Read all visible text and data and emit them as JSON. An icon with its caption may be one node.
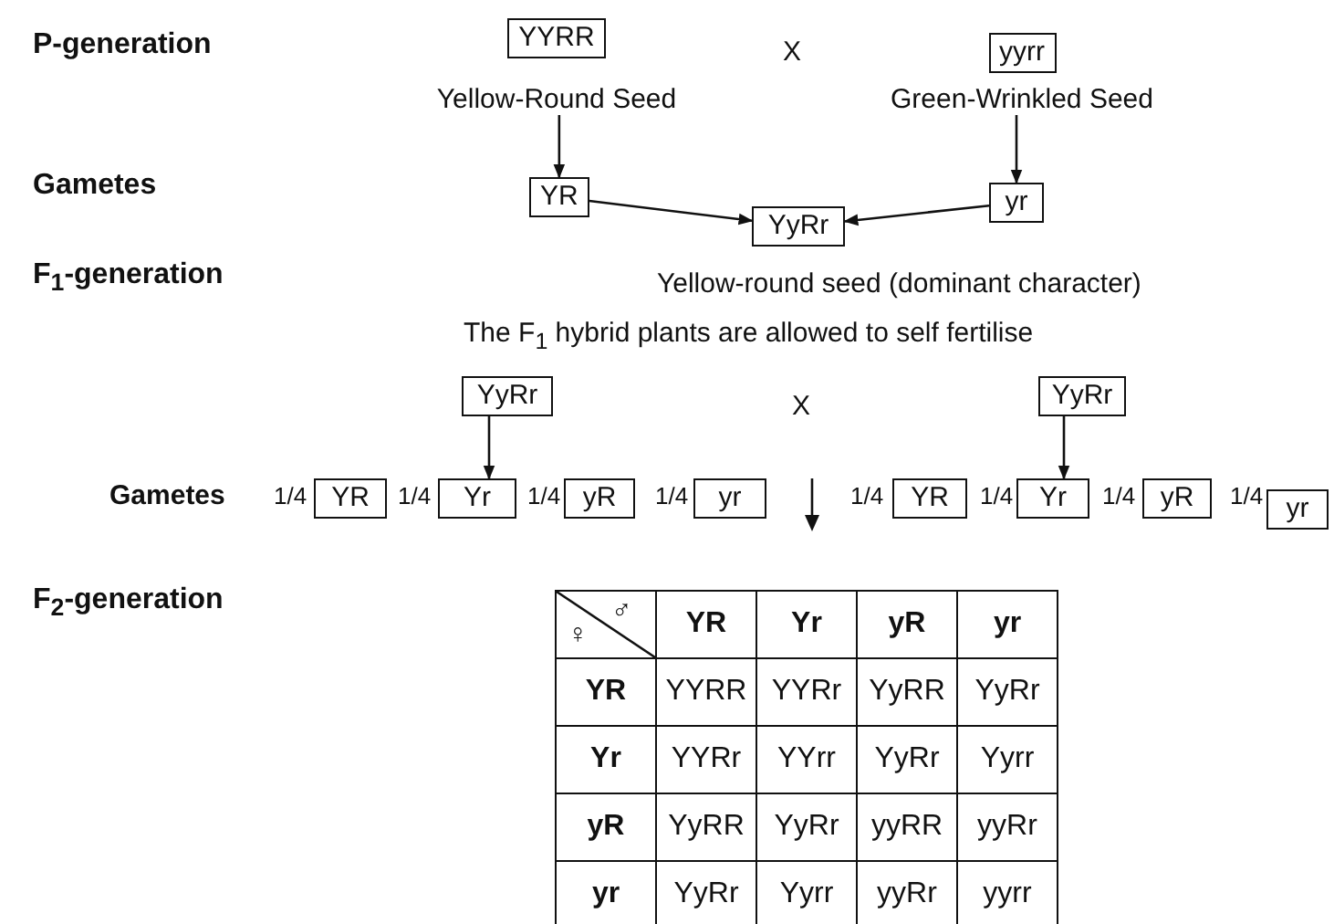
{
  "diagram": {
    "nodes": [
      {
        "text": [
          "YYRR"
        ],
        "beside": [
          "Yellow-Round Seed"
        ]
      },
      {
        "text": [
          "yyrr"
        ],
        "beside": [
          "Green-Wrinkled Seed"
        ]
      },
      {
        "text": [
          "YR"
        ]
      },
      {
        "text": [
          "yr"
        ]
      },
      {
        "text": [
          "YyRr"
        ],
        "beside": [
          "Yellow-round seed (dominant character)"
        ]
      },
      {
        "text": [
          "YyRr"
        ]
      },
      {
        "text": [
          "YyRr"
        ]
      },
      {
        "text": [
          "YR"
        ]
      },
      {
        "text": [
          "Yr"
        ]
      },
      {
        "text": [
          "yR"
        ]
      },
      {
        "text": [
          "yr"
        ]
      },
      {
        "text": [
          "YR"
        ]
      },
      {
        "text": [
          "Yr"
        ]
      },
      {
        "text": [
          "yR"
        ]
      },
      {
        "text": [
          "yr"
        ]
      }
    ],
    "edges": [
      {
        "from": 0,
        "to": 2,
        "arrow": "to"
      },
      {
        "from": 1,
        "to": 3,
        "arrow": "to"
      },
      {
        "from": 2,
        "to": 4,
        "arrow": "to"
      },
      {
        "from": 3,
        "to": 4,
        "arrow": "to"
      },
      {
        "from": 5,
        "to": 8,
        "arrow": "to"
      },
      {
        "from": 6,
        "to": 12,
        "arrow": "to"
      }
    ],
    "labels": [
      "P-generation",
      "X",
      "Gametes",
      "F$_{1}$-generation",
      "The F$_{1}$ hybrid plants are allowed to self fertilise",
      "X",
      "Gametes",
      "1/4",
      "1/4",
      "1/4",
      "1/4",
      "1/4",
      "1/4",
      "1/4",
      "1/4",
      "F$_{2}$-generation",
      "♀",
      "♂",
      "YR",
      "Yr",
      "yR",
      "yr",
      "YR",
      "YYRR",
      "YYRr",
      "YyRR",
      "YyRr",
      "Yr",
      "YYRr",
      "YYrr",
      "YyRr",
      "Yyrr",
      "yR",
      "YyRR",
      "YyRr",
      "yyRR",
      "yyRr",
      "yr",
      "YyRr",
      "Yyrr",
      "yyRr",
      "yyrr"
    ]
  }
}
